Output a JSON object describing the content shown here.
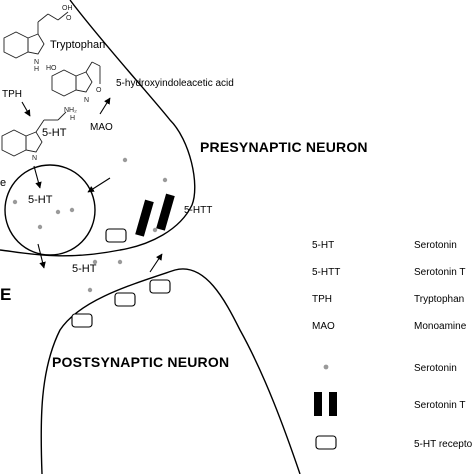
{
  "diagram": {
    "presynaptic_label": "PRESYNAPTIC NEURON",
    "postsynaptic_label": "POSTSYNAPTIC NEURON",
    "edge_letter": "E",
    "edge_partial_word": "e",
    "molecules": {
      "tryptophan": "Tryptophan",
      "hiaa": "5-hydroxyindoleacetic acid",
      "tph": "TPH",
      "serotonin_label": "5-HT",
      "mao": "MAO",
      "vesicle_label": "5-HT",
      "cleft_label": "5-HT",
      "htt_label": "5-HTT",
      "ring_ho": "HO",
      "ring_nh": "N",
      "ring_h": "H",
      "ring_oh": "OH",
      "ring_o": "O",
      "ring_nh2": "NH₂",
      "ring_h_amine": "H"
    },
    "colors": {
      "serotonin_dot": "#9a9a9a",
      "transporter": "#000000",
      "receptor": "#ffffff"
    }
  },
  "legend": {
    "items": [
      {
        "abbr": "5-HT",
        "desc": "Serotonin"
      },
      {
        "abbr": "5-HTT",
        "desc": "Serotonin T"
      },
      {
        "abbr": "TPH",
        "desc": "Tryptophan"
      },
      {
        "abbr": "MAO",
        "desc": "Monoamine"
      },
      {
        "symbol": "dot",
        "symbol_icon": "serotonin-dot-icon",
        "desc": "Serotonin"
      },
      {
        "symbol": "bars",
        "symbol_icon": "transporter-bars-icon",
        "desc": "Serotonin T"
      },
      {
        "symbol": "box",
        "symbol_icon": "receptor-box-icon",
        "desc": "5-HT recepto"
      }
    ]
  }
}
